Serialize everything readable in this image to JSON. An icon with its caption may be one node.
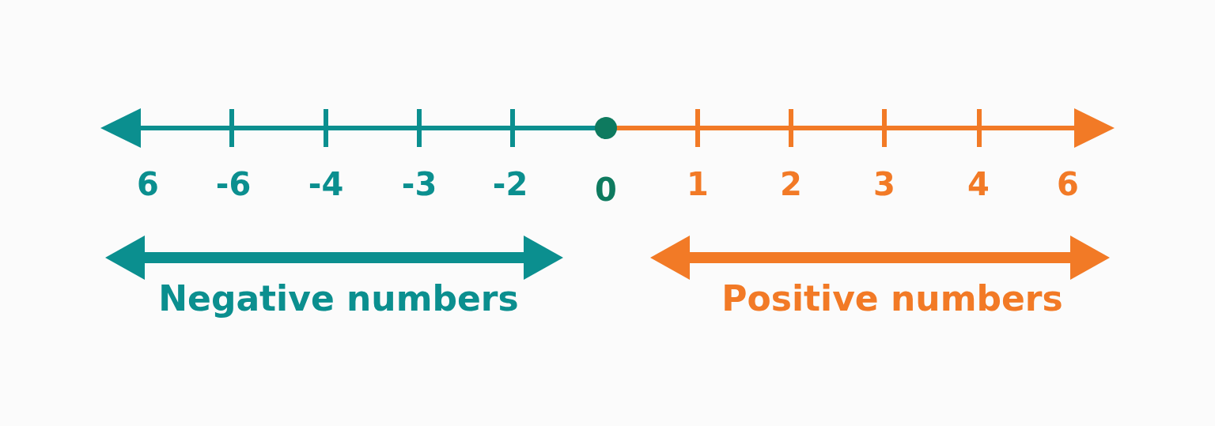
{
  "diagram": {
    "labels": [
      "6",
      "-6",
      "-4",
      "-3",
      "-2",
      "0",
      "1",
      "2",
      "3",
      "4",
      "6",
      "Negative numbers",
      "Positive numbers"
    ]
  }
}
